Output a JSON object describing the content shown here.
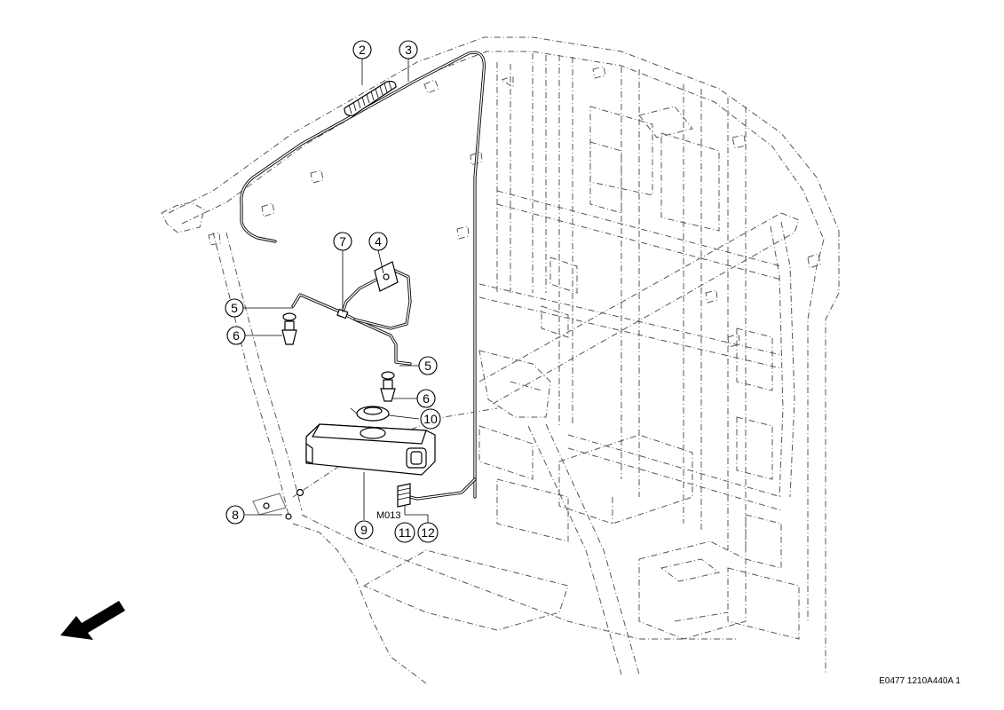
{
  "callouts": [
    {
      "id": "c2",
      "text": "2"
    },
    {
      "id": "c3",
      "text": "3"
    },
    {
      "id": "c4",
      "text": "4"
    },
    {
      "id": "c7",
      "text": "7"
    },
    {
      "id": "c5a",
      "text": "5"
    },
    {
      "id": "c6a",
      "text": "6"
    },
    {
      "id": "c5b",
      "text": "5"
    },
    {
      "id": "c6b",
      "text": "6"
    },
    {
      "id": "c10",
      "text": "10"
    },
    {
      "id": "c8",
      "text": "8"
    },
    {
      "id": "c9",
      "text": "9"
    },
    {
      "id": "c11",
      "text": "11"
    },
    {
      "id": "c12",
      "text": "12"
    }
  ],
  "connector_label": "M013",
  "drawing_reference": "E0477 1210A440A 1"
}
